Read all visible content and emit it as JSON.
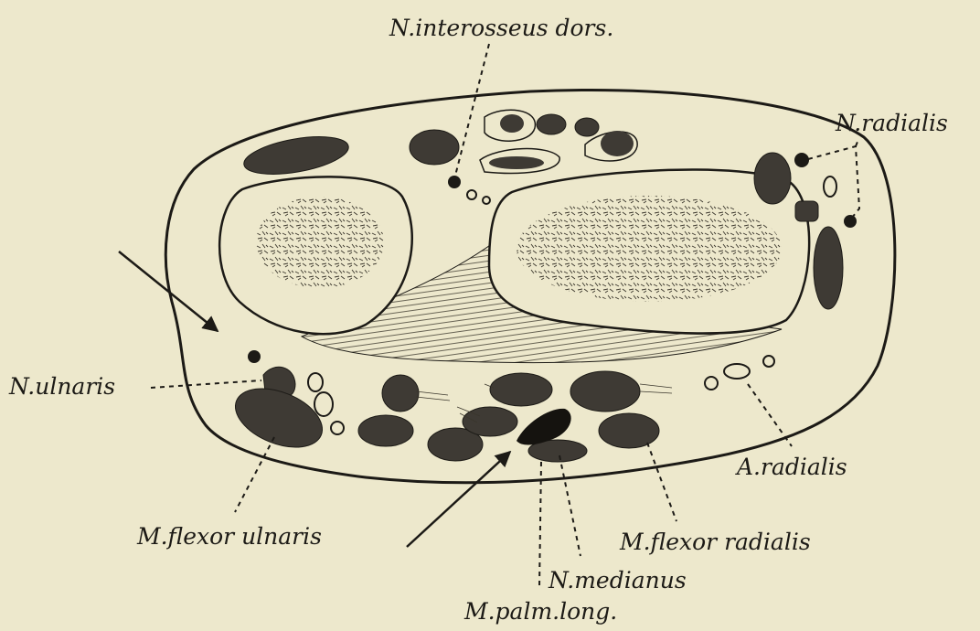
{
  "labels": {
    "interosseus": "N.interosseus dors.",
    "radialis_n": "N.radialis",
    "ulnaris": "N.ulnaris",
    "radialis_a": "A.radialis",
    "flexor_ulnaris": "M.flexor ulnaris",
    "flexor_radialis": "M.flexor radialis",
    "medianus": "N.medianus",
    "palm_long": "M.palm.long."
  }
}
